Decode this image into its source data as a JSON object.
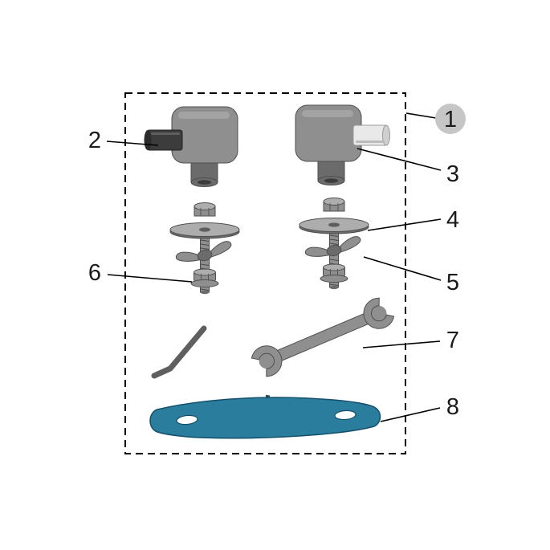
{
  "colors": {
    "line": "#000000",
    "part-gray": "#8f8f8f",
    "part-gray-light": "#adadad",
    "part-gray-dark": "#6b6b6b",
    "part-dark": "#3c3c3c",
    "part-light": "#e9e9e9",
    "plate-teal": "#2a7d9c",
    "badge-gray": "#c6c6c6"
  },
  "diagram": {
    "callouts": {
      "c1": "1",
      "c2": "2",
      "c3": "3",
      "c4": "4",
      "c5": "5",
      "c6": "6",
      "c7": "7",
      "c8": "8"
    }
  }
}
